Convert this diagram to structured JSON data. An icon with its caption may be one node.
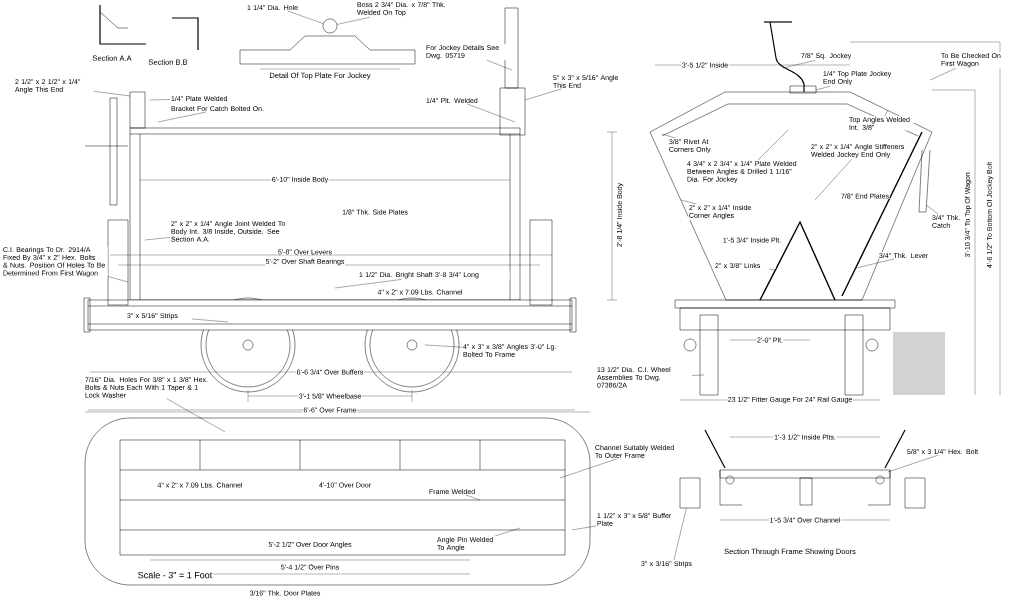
{
  "diagram": {
    "nodes": [
      {
        "text": [
          "2 1/2\" x 2 1/2\" x 1/4\" Angle This End"
        ]
      },
      {
        "text": [
          "1/4\" Plate Welded"
        ]
      },
      {
        "text": [
          "Bracket For Catch Bolted On."
        ]
      },
      {
        "text": [
          "2\" x 2\" x 1/4\" Angle Joint Welded To Body Int. 3/8 Inside, Outside. See Section A.A."
        ]
      },
      {
        "text": [
          "C.I. Bearings To Dr. 2914/A Fixed By 3/4\" x 2\" Hex. Bolts & Nuts. Position Of Holes To Be Determined From First Wagon"
        ]
      },
      {
        "text": [
          "1 1/4\" Dia. Hole"
        ]
      },
      {
        "text": [
          "Boss 2 3/4\" Dia. x 7/8\" Thk. Welded On Top"
        ]
      },
      {
        "text": [
          "For Jockey Details See Dwg. 05719"
        ]
      },
      {
        "text": [
          "5\" x 3\" x 5/16\" Angle This End"
        ]
      },
      {
        "text": [
          "1/4\" Plt. Welded"
        ]
      },
      {
        "text": [
          "1 1/2\" Dia. Bright Shaft 3'-8 3/4\" Long"
        ]
      },
      {
        "text": [
          "4\" x 3\" x 3/8\" Angles 3'-0\" Lg. Bolted To Frame"
        ]
      },
      {
        "text": [
          "3\" x 5/16\" Strips"
        ]
      },
      {
        "text": [
          "7/16\" Dia. Holes For 3/8\" x 1 3/8\" Hex. Bolts & Nuts Each With 1 Taper & 1 Lock Washer"
        ]
      },
      {
        "text": [
          "Frame Welded"
        ]
      },
      {
        "text": [
          "Channel Suitably Welded To Outer Frame"
        ]
      },
      {
        "text": [
          "1 1/2\" x 3\" x 5/8\" Buffer Plate"
        ]
      },
      {
        "text": [
          "Angle Pin Welded To Angle"
        ]
      },
      {
        "text": [
          "7/8\" Sq. Jockey"
        ]
      },
      {
        "text": [
          "1/4\" Top Plate Jockey End Only"
        ]
      },
      {
        "text": [
          "To Be Checked On First Wagon"
        ]
      },
      {
        "text": [
          "3/8\" Rivet At Corners Only"
        ]
      },
      {
        "text": [
          "4 3/4\" x 2 3/4\" x 1/4\" Plate Welded Between Angles & Drilled 1 1/16\" Dia. For Jockey"
        ]
      },
      {
        "text": [
          "2\" x 2\" x 1/4\" Angle Stiffeners Welded Jockey End Only"
        ]
      },
      {
        "text": [
          "Top Angles Welded Int. 3/8\""
        ]
      },
      {
        "text": [
          "3/4\" Thk. Catch"
        ]
      },
      {
        "text": [
          "2\" x 2\" x 1/4\" Inside Corner Angles"
        ]
      },
      {
        "text": [
          "2\" x 3/8\" Links"
        ]
      },
      {
        "text": [
          "3/4\" Thk. Lever"
        ]
      },
      {
        "text": [
          "13 1/2\" Dia. C.I. Wheel Assemblies To Dwg. 07386/2A"
        ]
      },
      {
        "text": [
          "3\" x 3/16\" Strips"
        ]
      },
      {
        "text": [
          "5/8\" x 3 1/4\" Hex. Bolt"
        ]
      },
      {
        "text": [],
        "shape": "circle"
      },
      {
        "text": [],
        "shape": "box"
      }
    ],
    "edges": [
      {
        "from": 0,
        "to": null,
        "arrow": "none"
      },
      {
        "from": 1,
        "to": null,
        "arrow": "none"
      },
      {
        "from": 2,
        "to": null,
        "arrow": "none"
      },
      {
        "from": 3,
        "to": null,
        "arrow": "none"
      },
      {
        "from": 4,
        "to": null,
        "arrow": "none"
      },
      {
        "from": 5,
        "to": 32,
        "arrow": "none"
      },
      {
        "from": 6,
        "to": 32,
        "arrow": "none"
      },
      {
        "from": 7,
        "to": null,
        "arrow": "none"
      },
      {
        "from": 8,
        "to": null,
        "arrow": "none"
      },
      {
        "from": 9,
        "to": null,
        "arrow": "none"
      },
      {
        "from": 10,
        "to": null,
        "arrow": "none"
      },
      {
        "from": 11,
        "to": null,
        "arrow": "none"
      },
      {
        "from": 12,
        "to": null,
        "arrow": "none"
      },
      {
        "from": 13,
        "to": null,
        "arrow": "none"
      },
      {
        "from": 14,
        "to": null,
        "arrow": "none"
      },
      {
        "from": 15,
        "to": null,
        "arrow": "none"
      },
      {
        "from": 16,
        "to": null,
        "arrow": "none"
      },
      {
        "from": 17,
        "to": null,
        "arrow": "none"
      },
      {
        "from": 18,
        "to": null,
        "arrow": "none"
      },
      {
        "from": 19,
        "to": null,
        "arrow": "none"
      },
      {
        "from": 20,
        "to": null,
        "arrow": "none"
      },
      {
        "from": 21,
        "to": null,
        "arrow": "none"
      },
      {
        "from": 22,
        "to": null,
        "arrow": "none"
      },
      {
        "from": 23,
        "to": null,
        "arrow": "none"
      },
      {
        "from": 24,
        "to": null,
        "arrow": "none"
      },
      {
        "from": 25,
        "to": null,
        "arrow": "none"
      },
      {
        "from": 26,
        "to": null,
        "arrow": "none"
      },
      {
        "from": 27,
        "to": null,
        "arrow": "none"
      },
      {
        "from": 28,
        "to": null,
        "arrow": "none"
      },
      {
        "from": 29,
        "to": null,
        "arrow": "none"
      },
      {
        "from": 30,
        "to": 33,
        "arrow": "none"
      },
      {
        "from": 31,
        "to": null,
        "arrow": "none"
      }
    ],
    "labels": [
      "Section A.A",
      "Section B.B",
      "Detail Of Top Plate For Jockey",
      "6'-10\" Inside Body",
      "1/8\" Thk. Side Plates",
      "5'-8\" Over Levers",
      "5'-2\" Over Shaft Bearings",
      "4\" x 2\" x 7.09 Lbs. Channel",
      "6'-6 3/4\" Over Buffers",
      "3'-1 5/8\" Wheelbase",
      "6'-6\" Over Frame",
      "4\" x 2\" x 7.09 Lbs. Channel",
      "4'-10\" Over Door",
      "5'-2 1/2\" Over Door Angles",
      "5'-4 1/2\" Over Pins",
      "3/16\" Thk. Door Plates",
      "Scale - 3\" = 1 Foot",
      "3'-5 1/2\" Inside",
      "7/8\" End Plates",
      "1'-5 3/4\" Inside Plt.",
      "2'-0\" Plt.",
      "2'-8 1/4\" Inside Body",
      "3'-10 3/4\" To Top Of Wagon",
      "4'-6 1/2\" To Bottom Of Jockey Bolt",
      "23 1/2\" Fitter Gauge For 24\" Rail Gauge",
      "1'-3 1/2\" Inside Plts.",
      "1'-5 3/4\" Over Channel",
      "Section Through Frame Showing Doors"
    ]
  }
}
